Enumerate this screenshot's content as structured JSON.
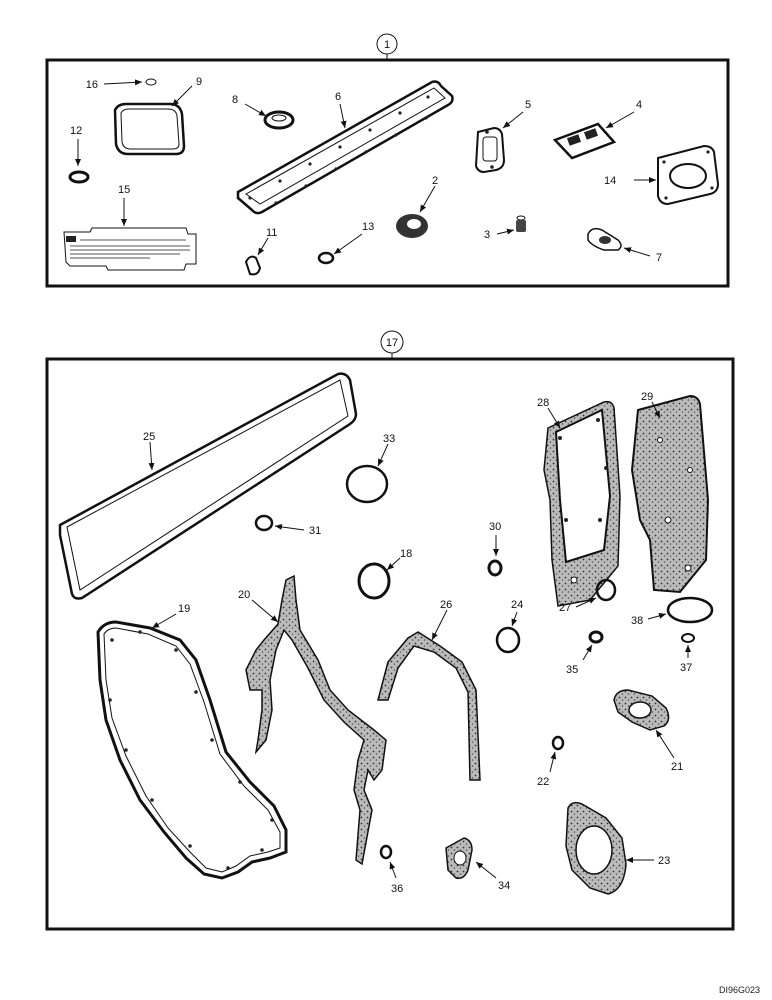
{
  "figure_code": "DI96G023",
  "kits": [
    {
      "ref": "1"
    },
    {
      "ref": "17"
    }
  ],
  "callouts": {
    "c2": "2",
    "c3": "3",
    "c4": "4",
    "c5": "5",
    "c6": "6",
    "c7": "7",
    "c8": "8",
    "c9": "9",
    "c11": "11",
    "c12": "12",
    "c13": "13",
    "c14": "14",
    "c15": "15",
    "c16": "16",
    "c18": "18",
    "c19": "19",
    "c20": "20",
    "c21": "21",
    "c22": "22",
    "c23": "23",
    "c24": "24",
    "c25": "25",
    "c26": "26",
    "c27": "27",
    "c28": "28",
    "c29": "29",
    "c30": "30",
    "c31": "31",
    "c33": "33",
    "c34": "34",
    "c35": "35",
    "c36": "36",
    "c37": "37",
    "c38": "38"
  }
}
